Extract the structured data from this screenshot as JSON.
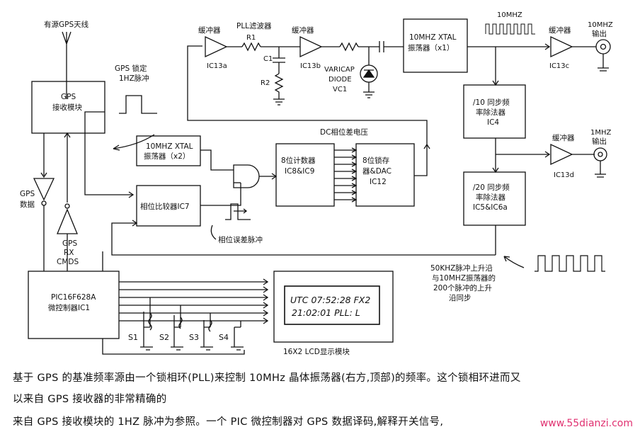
{
  "labels": {
    "antenna": "有源GPS天线",
    "gps_lock": "GPS 锁定",
    "pulse_1hz": "1HZ脉冲",
    "gps_module_l1": "GPS",
    "gps_module_l2": "接收模块",
    "buffer1": "缓冲器",
    "ic13a": "IC13a",
    "pll_filter": "PLL滤波器",
    "r1": "R1",
    "c1": "C1",
    "r2": "R2",
    "buffer2": "缓冲器",
    "ic13b": "IC13b",
    "varicap_l1": "VARICAP",
    "varicap_l2": "DIODE",
    "varicap_l3": "VC1",
    "xtal1_l1": "10MHZ XTAL",
    "xtal1_l2": "振荡器（x1）",
    "mhz10_top": "10MHZ",
    "buffer3": "缓冲器",
    "ic13c": "IC13c",
    "out10_l1": "10MHZ",
    "out10_l2": "输出",
    "div10_l1": "/10 同步频",
    "div10_l2": "率除法器",
    "div10_l3": "IC4",
    "buffer4": "缓冲器",
    "ic13d": "IC13d",
    "out1_l1": "1MHZ",
    "out1_l2": "输出",
    "div20_l1": "/20 同步频",
    "div20_l2": "率除法器",
    "div20_l3": "IC5&IC6a",
    "dc_phase": "DC相位差电压",
    "xtal2_l1": "10MHZ XTAL",
    "xtal2_l2": "振荡器（x2）",
    "counter_l1": "8位计数器",
    "counter_l2": "IC8&IC9",
    "latch_l1": "8位锁存",
    "latch_l2": "器&DAC",
    "latch_l3": "IC12",
    "phase_cmp": "相位比较器IC7",
    "phase_err": "相位误差脉冲",
    "gps_data_l1": "GPS",
    "gps_data_l2": "数据",
    "gps_rx_l1": "GPS",
    "gps_rx_l2": "RX",
    "gps_rx_l3": "CMDS",
    "pic_l1": "PIC16F628A",
    "pic_l2": "微控制器IC1",
    "s1": "S1",
    "s2": "S2",
    "s3": "S3",
    "s4": "S4",
    "lcd_line1": "UTC 07:52:28 FX2",
    "lcd_line2": "21:02:01  PLL:  L",
    "lcd_caption": "16X2 LCD显示模块",
    "sync_l1": "50KHZ脉冲上升沿",
    "sync_l2": "与10MHZ振荡器的",
    "sync_l3": "200个脉冲的上升",
    "sync_l4": "沿同步"
  },
  "caption": {
    "line1": "基于 GPS 的基准频率源由一个锁相环(PLL)来控制 10MHz 晶体振荡器(右方,顶部)的频率。这个锁相环进而又",
    "line2": "以来自 GPS 接收器的非常精确的",
    "line3": "来自 GPS 接收模块的 1HZ 脉冲为参照。一个 PIC 微控制器对 GPS 数据译码,解释开关信号,"
  },
  "watermark": "www.55dianzi.com"
}
